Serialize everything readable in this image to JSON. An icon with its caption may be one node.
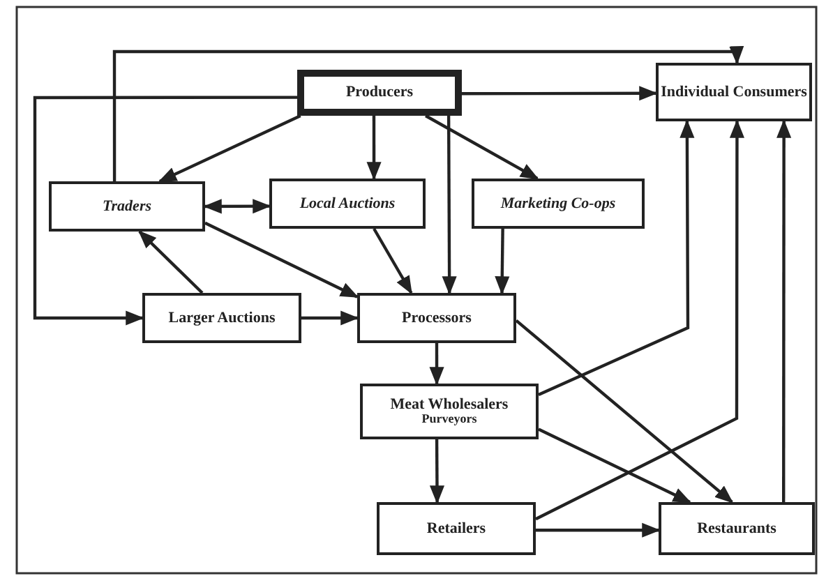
{
  "diagram": {
    "nodes": [
      {
        "text": [
          "Producers"
        ]
      },
      {
        "text": [
          "Individual Consumers"
        ]
      },
      {
        "text": [
          "Traders"
        ]
      },
      {
        "text": [
          "Local Auctions"
        ]
      },
      {
        "text": [
          "Marketing Co-ops"
        ]
      },
      {
        "text": [
          "Larger Auctions"
        ]
      },
      {
        "text": [
          "Processors"
        ]
      },
      {
        "text": [
          "Meat Wholesalers",
          "Purveyors"
        ]
      },
      {
        "text": [
          "Retailers"
        ]
      },
      {
        "text": [
          "Restaurants"
        ]
      }
    ],
    "edges": [
      {
        "from": 0,
        "to": 2,
        "arrow": "to"
      },
      {
        "from": 0,
        "to": 3,
        "arrow": "to"
      },
      {
        "from": 0,
        "to": 4,
        "arrow": "to"
      },
      {
        "from": 0,
        "to": 1,
        "arrow": "to"
      },
      {
        "from": 0,
        "to": 6,
        "arrow": "to"
      },
      {
        "from": 0,
        "to": 5,
        "arrow": "to"
      },
      {
        "from": 2,
        "to": 1,
        "arrow": "to"
      },
      {
        "from": 2,
        "to": 3,
        "arrow": "both"
      },
      {
        "from": 5,
        "to": 2,
        "arrow": "to"
      },
      {
        "from": 2,
        "to": 6,
        "arrow": "to"
      },
      {
        "from": 3,
        "to": 6,
        "arrow": "to"
      },
      {
        "from": 4,
        "to": 6,
        "arrow": "to"
      },
      {
        "from": 5,
        "to": 6,
        "arrow": "to"
      },
      {
        "from": 6,
        "to": 7,
        "arrow": "to"
      },
      {
        "from": 6,
        "to": 9,
        "arrow": "to"
      },
      {
        "from": 7,
        "to": 1,
        "arrow": "to"
      },
      {
        "from": 7,
        "to": 9,
        "arrow": "to"
      },
      {
        "from": 7,
        "to": 8,
        "arrow": "to"
      },
      {
        "from": 8,
        "to": 9,
        "arrow": "to"
      },
      {
        "from": 8,
        "to": 1,
        "arrow": "to"
      },
      {
        "from": 9,
        "to": 1,
        "arrow": "to"
      }
    ]
  }
}
